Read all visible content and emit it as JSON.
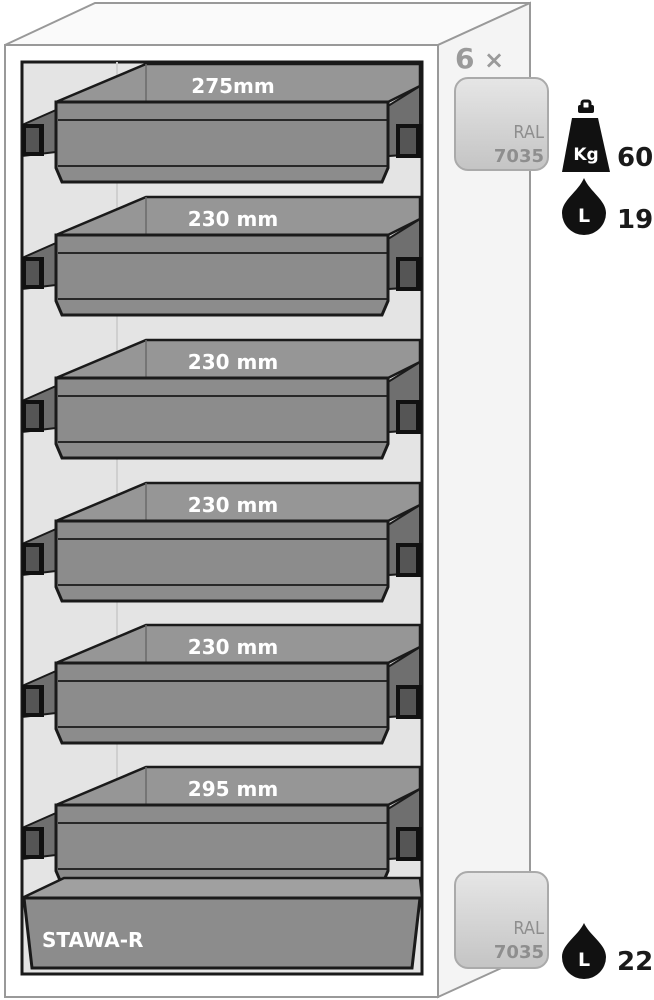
{
  "drawers": {
    "count_label": "6",
    "items": [
      {
        "height_label": "275mm"
      },
      {
        "height_label": "230 mm"
      },
      {
        "height_label": "230 mm"
      },
      {
        "height_label": "230 mm"
      },
      {
        "height_label": "230 mm"
      },
      {
        "height_label": "295 mm"
      }
    ]
  },
  "sump": {
    "label": "STAWA-R"
  },
  "swatches": {
    "top": {
      "line1": "RAL",
      "line2": "7035"
    },
    "bottom": {
      "line1": "RAL",
      "line2": "7035"
    }
  },
  "specs": {
    "weight_icon_text": "Kg",
    "weight_value": "60",
    "drawer_volume_icon_text": "L",
    "drawer_volume_value": "19",
    "sump_volume_icon_text": "L",
    "sump_volume_value": "22"
  },
  "colors": {
    "drawer": "#8c8c8c",
    "drawer_dark": "#777777",
    "interior": "#e4e4e4",
    "cabinet_side": "#f4f4f4",
    "outline": "#1a1a1a",
    "swatch": "#d0d0d0"
  }
}
